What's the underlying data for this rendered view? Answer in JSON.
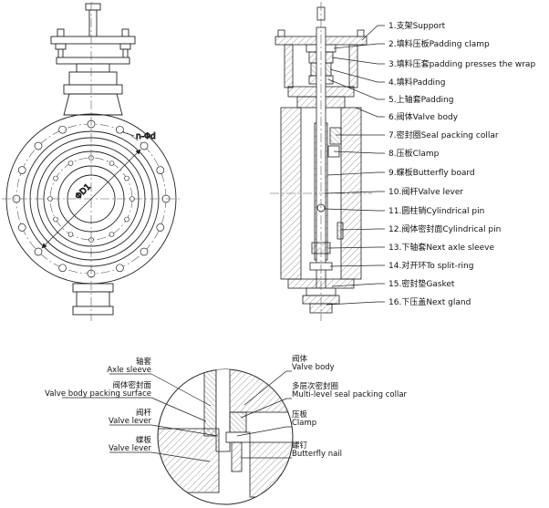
{
  "front_view": {
    "bolt_callout": "n-Φd",
    "diameter_callout": "ΦD1"
  },
  "parts_list": {
    "items": [
      "1.支架Support",
      "2.填料压板Padding clamp",
      "3.填料压套padding presses the wrap",
      "4.填料Padding",
      "5.上轴套Padding",
      "6.阀体Valve body",
      "7.密封圈Seal packing collar",
      "8.压板Clamp",
      "9.蝶板Butterfly board",
      "10.阀杆Valve lever",
      "11.圆柱销Cylindrical pin",
      "12.阀体密封面Cylindrical pin",
      "13.下轴套Next axle sleeve",
      "14.对开环To split-ring",
      "15.密封垫Gasket",
      "16.下压盖Next gland"
    ]
  },
  "detail_view": {
    "left_labels": [
      {
        "zh": "轴套",
        "en": "Axle sleeve"
      },
      {
        "zh": "阀体密封面",
        "en": "Valve body packing surface"
      },
      {
        "zh": "阀杆",
        "en": "Valve lever"
      },
      {
        "zh": "蝶板",
        "en": "Valve lever"
      }
    ],
    "right_labels": [
      {
        "zh": "阀体",
        "en": "Valve body"
      },
      {
        "zh": "多层次密封圈",
        "en": "Multi-level seal packing collar"
      },
      {
        "zh": "压板",
        "en": "Clamp"
      },
      {
        "zh": "螺钉",
        "en": "Butterfly nail"
      }
    ]
  },
  "colors": {
    "line": "#1a1a1a",
    "background": "#ffffff"
  }
}
